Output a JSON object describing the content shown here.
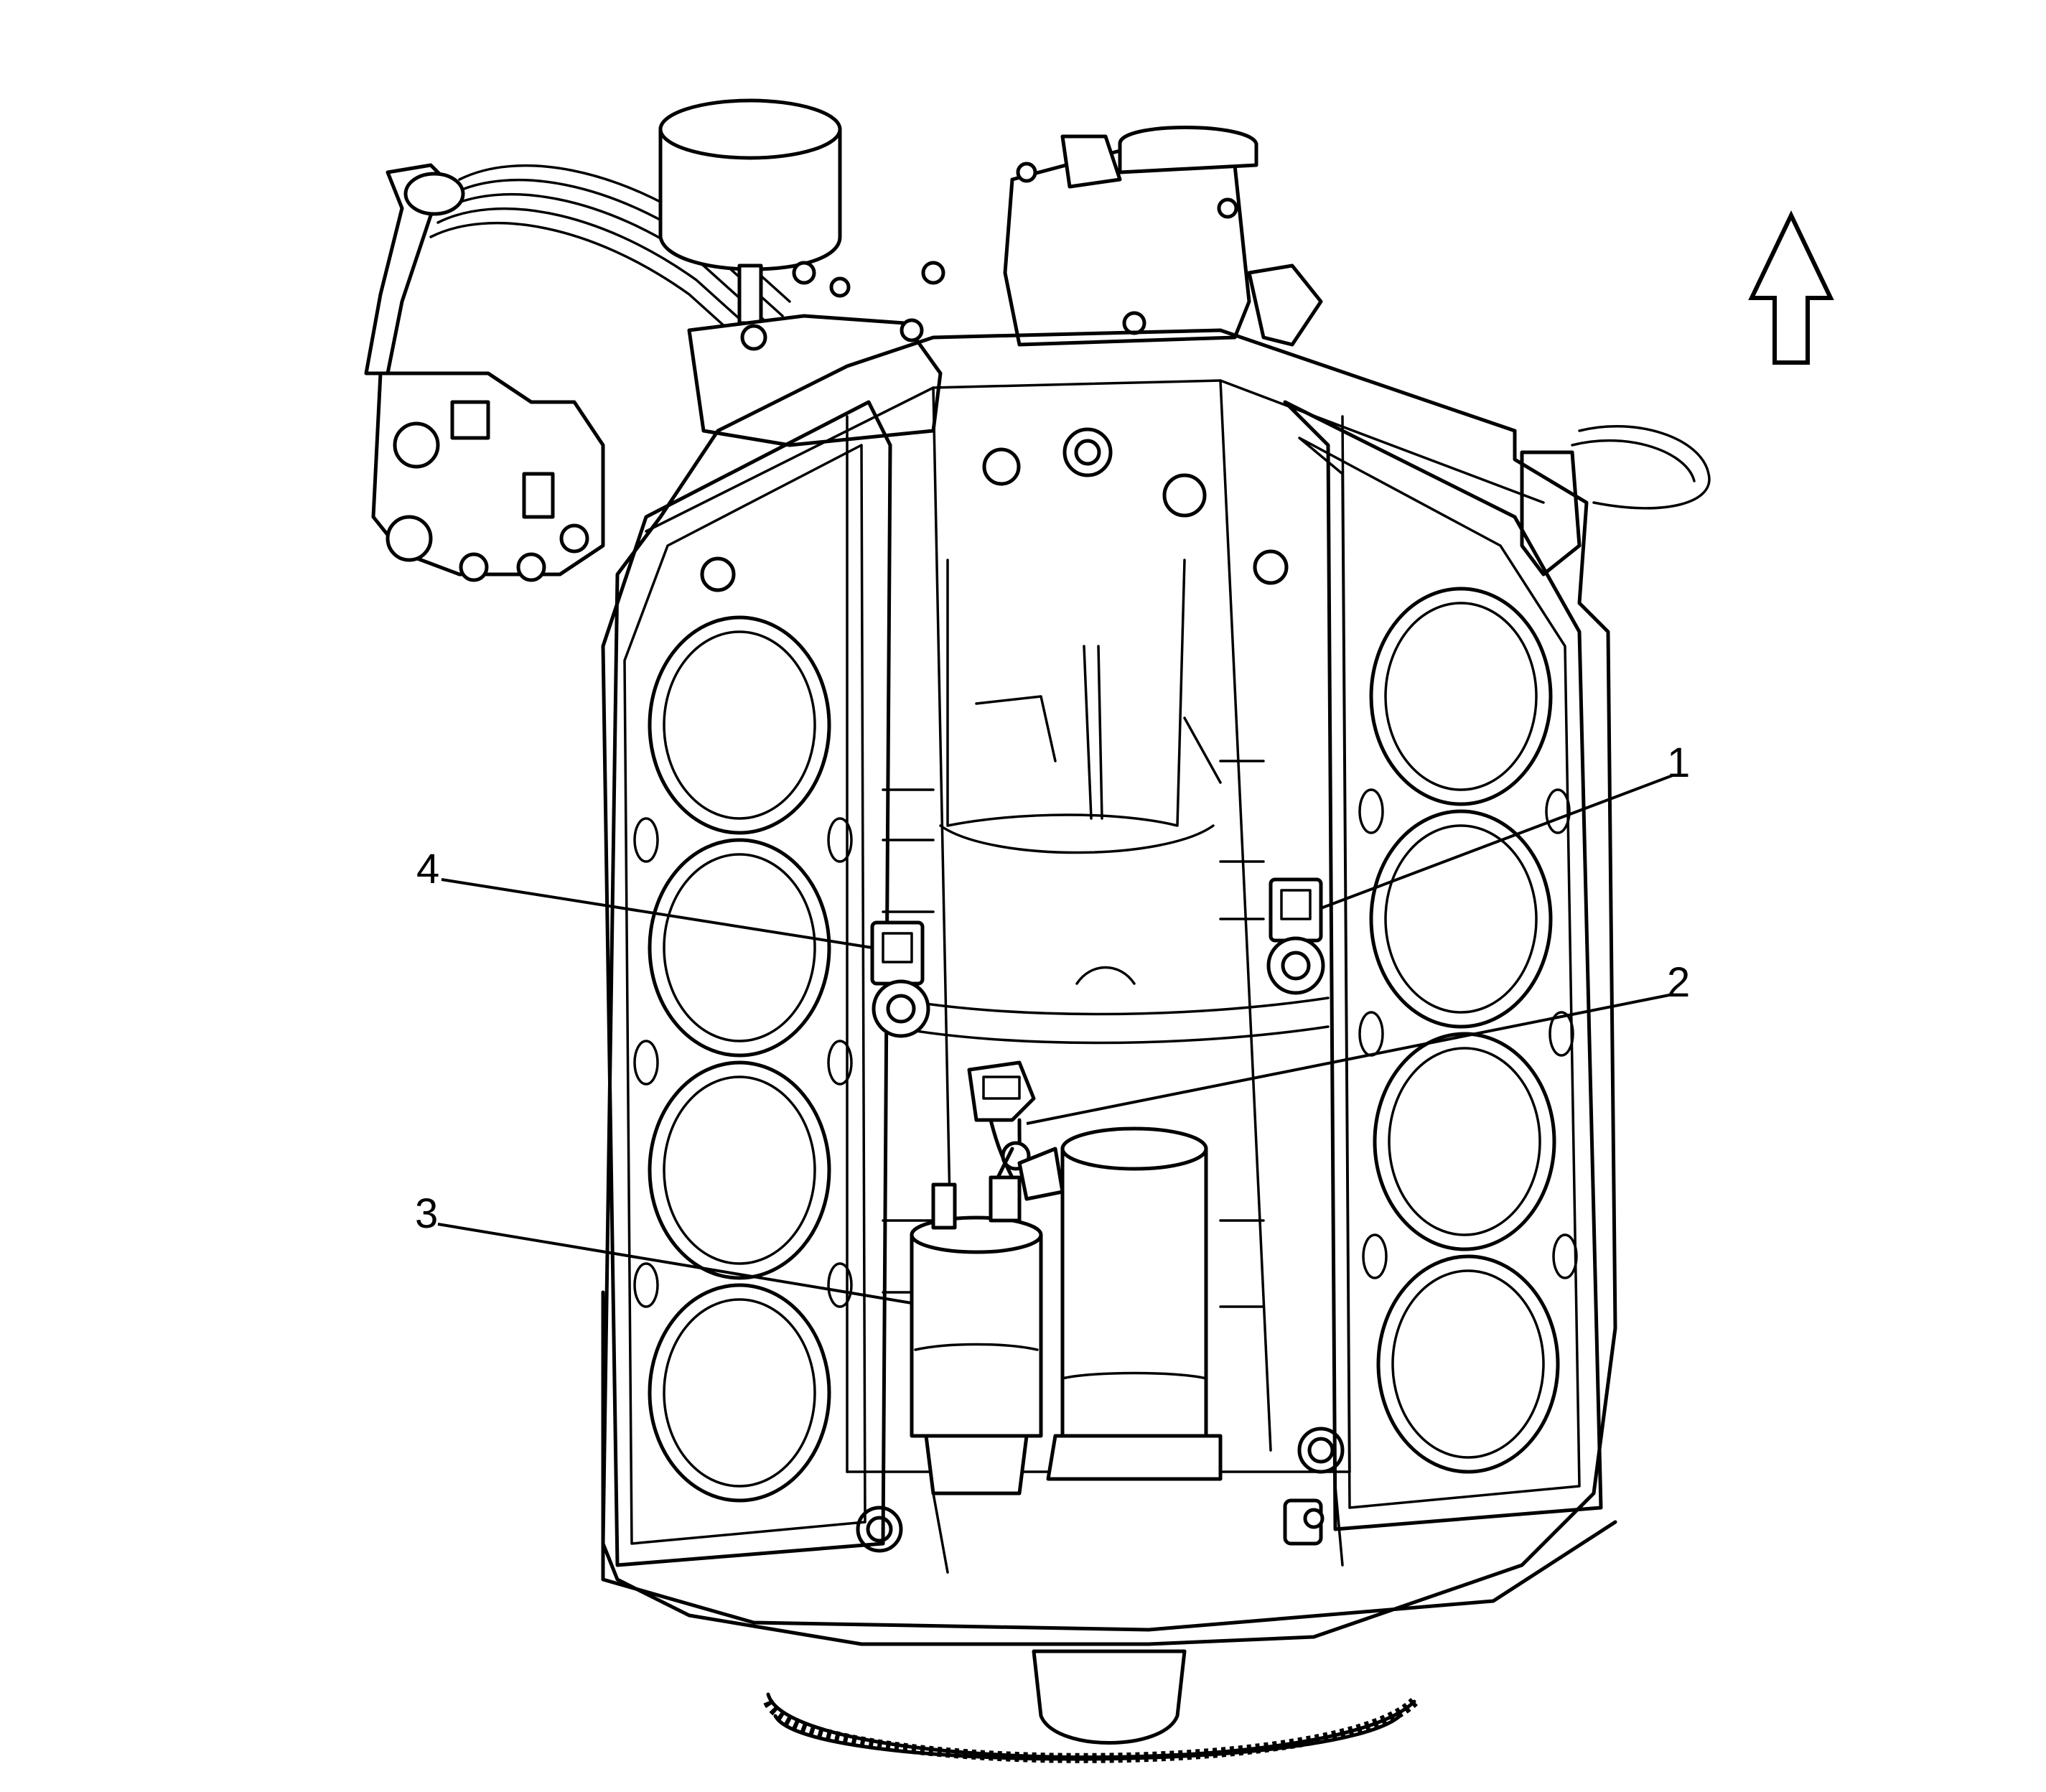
{
  "diagram": {
    "callouts": [
      {
        "id": "1",
        "label": "1"
      },
      {
        "id": "2",
        "label": "2"
      },
      {
        "id": "3",
        "label": "3"
      },
      {
        "id": "4",
        "label": "4"
      }
    ],
    "orientation_arrow": "up-arrow-icon"
  }
}
